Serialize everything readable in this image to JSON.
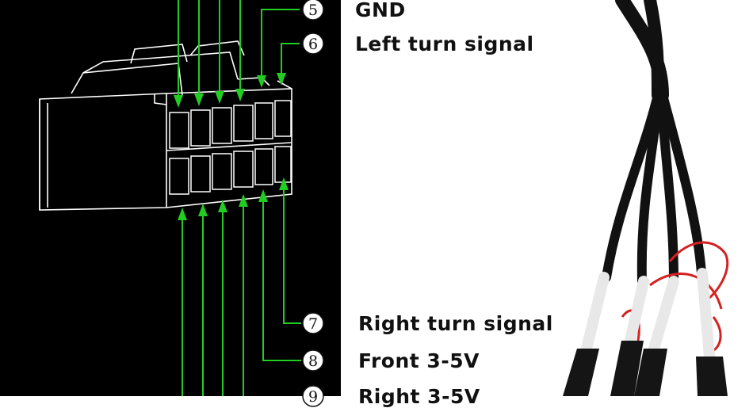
{
  "pins": [
    {
      "number": "5",
      "label": "GND"
    },
    {
      "number": "6",
      "label": "Left turn signal"
    },
    {
      "number": "7",
      "label": "Right turn signal"
    },
    {
      "number": "8",
      "label": "Front 3-5V"
    },
    {
      "number": "9",
      "label": "Right 3-5V"
    }
  ],
  "colors": {
    "background": "#000000",
    "connector_outline": "#ffffff",
    "arrow": "#22cc22",
    "label_text": "#111111",
    "cable": "#111111",
    "wire_red": "#d62020"
  }
}
